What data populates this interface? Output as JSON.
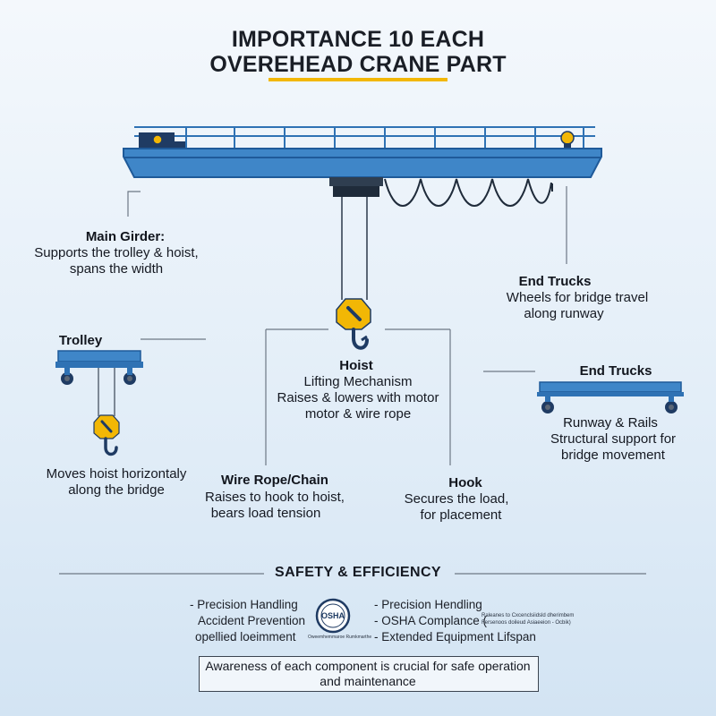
{
  "header": {
    "title_line1": "IMPORTANCE 10 EACH",
    "title_line2": "OVEREHEAD CRANE PART"
  },
  "parts": {
    "main_girder": {
      "title": "Main Girder:",
      "line1": "Supports the trolley & hoist,",
      "line2": "spans the width"
    },
    "end_trucks_top": {
      "title": "End Trucks",
      "line1": "Wheels for bridge travel",
      "line2": "along runway"
    },
    "trolley": {
      "title": "Trolley",
      "line1": "Moves hoist horizontaly",
      "line2": "along the bridge"
    },
    "hoist": {
      "title": "Hoist",
      "line1": "Lifting Mechanism",
      "line2": "Raises & lowers with motor",
      "line3": "motor & wire rope"
    },
    "end_trucks_right": {
      "title": "End Trucks"
    },
    "runway_rails": {
      "title": "Runway & Rails",
      "line1": "Structural support for",
      "line2": "bridge movement"
    },
    "wire_rope": {
      "title": "Wire Rope/Chain",
      "line1": "Raises to hook to hoist,",
      "line2": "bears load tension"
    },
    "hook": {
      "title": "Hook",
      "line1": "Secures the load,",
      "line2": "for placement"
    }
  },
  "safety": {
    "heading": "SAFETY & EFFICIENCY",
    "left": [
      "- Precision Handling",
      "Accident Prevention",
      "opellied loeimment"
    ],
    "right": [
      "- Precision Hendling",
      "- OSHA Complance (",
      "- Extended Equipment Lifspan"
    ],
    "right_fine": [
      "Raleanes to Cxcenclsiidsld dherimbem",
      "Fersenoos doileud Asiaeeion - Ocbik)"
    ],
    "badge_text": "OSHA",
    "badge_caption": "Oweemhemmaroe Rumkmarthe"
  },
  "footer": {
    "line1": "Awareness of each component is crucial for safe operation",
    "line2": "and maintenance"
  },
  "colors": {
    "steel_blue": "#3f86c8",
    "dark_blue": "#1f5a99",
    "hook_yellow": "#f2b705",
    "hook_navy": "#1f3b63"
  }
}
